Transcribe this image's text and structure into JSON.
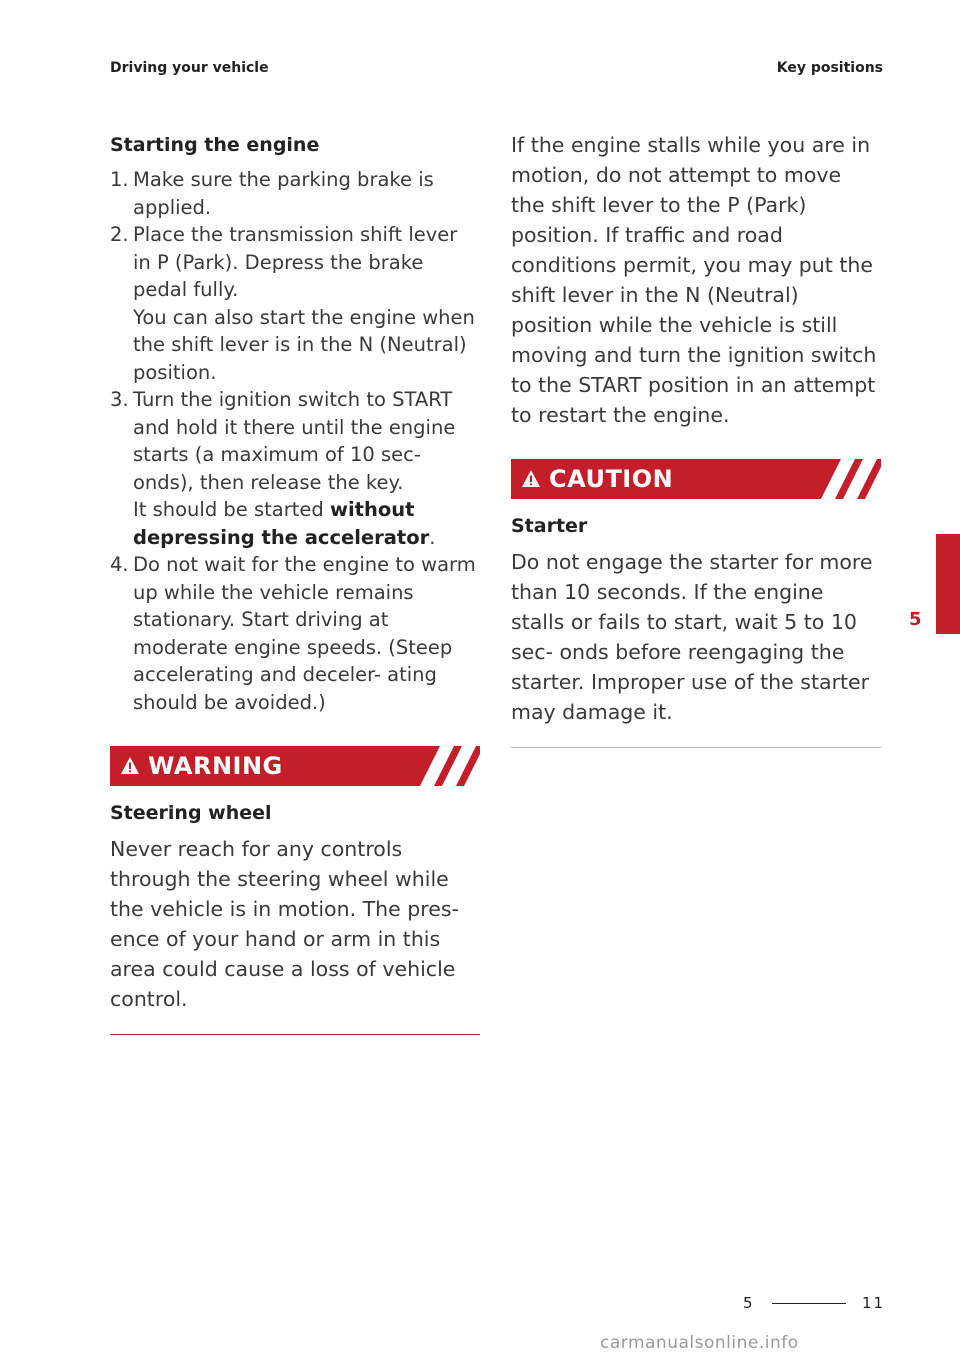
{
  "header": {
    "left": "Driving your vehicle",
    "right": "Key positions"
  },
  "left_column": {
    "title": "Starting the engine",
    "steps": [
      {
        "num": "1.",
        "lines": [
          "Make sure the parking brake is applied."
        ]
      },
      {
        "num": "2.",
        "lines": [
          "Place the transmission shift lever in P (Park). Depress the brake pedal fully.",
          "You can also start the engine when the shift lever is in the N (Neutral) position."
        ]
      },
      {
        "num": "3.",
        "lines": [
          "Turn the ignition switch to START and hold it there until the engine starts (a maximum of 10 sec- onds), then release the key."
        ],
        "extra_prefix": "It should be started ",
        "extra_bold": "without depressing the accelerator",
        "extra_suffix": "."
      },
      {
        "num": "4.",
        "lines": [
          "Do not wait for the engine to warm up while the vehicle remains stationary. Start driving at moderate engine speeds. (Steep accelerating and deceler- ating should be avoided.)"
        ]
      }
    ],
    "warning": {
      "label": "WARNING",
      "title": "Steering wheel",
      "text": "Never reach for any controls through the steering wheel while the vehicle is in motion. The pres- ence of your hand or arm in this area could cause a loss of vehicle control."
    }
  },
  "right_column": {
    "intro": "If the engine stalls while you are in motion, do not attempt to move the shift lever to the P (Park) position. If traffic and road conditions permit, you may put the shift lever in the N (Neutral) position while the vehicle is still moving and turn the ignition switch to the START position in an attempt to restart the engine.",
    "caution": {
      "label": "CAUTION",
      "title": "Starter",
      "text": "Do not engage the starter for more than 10 seconds. If the engine stalls or fails to start, wait 5 to 10 sec- onds before reengaging the starter. Improper use of the starter may damage it."
    }
  },
  "chapter_tab": "5",
  "footer": {
    "chapter": "5",
    "page": "11"
  },
  "watermark": "carmanualsonline.info",
  "colors": {
    "accent": "#c41e2a",
    "text": "#3a3a3a"
  }
}
